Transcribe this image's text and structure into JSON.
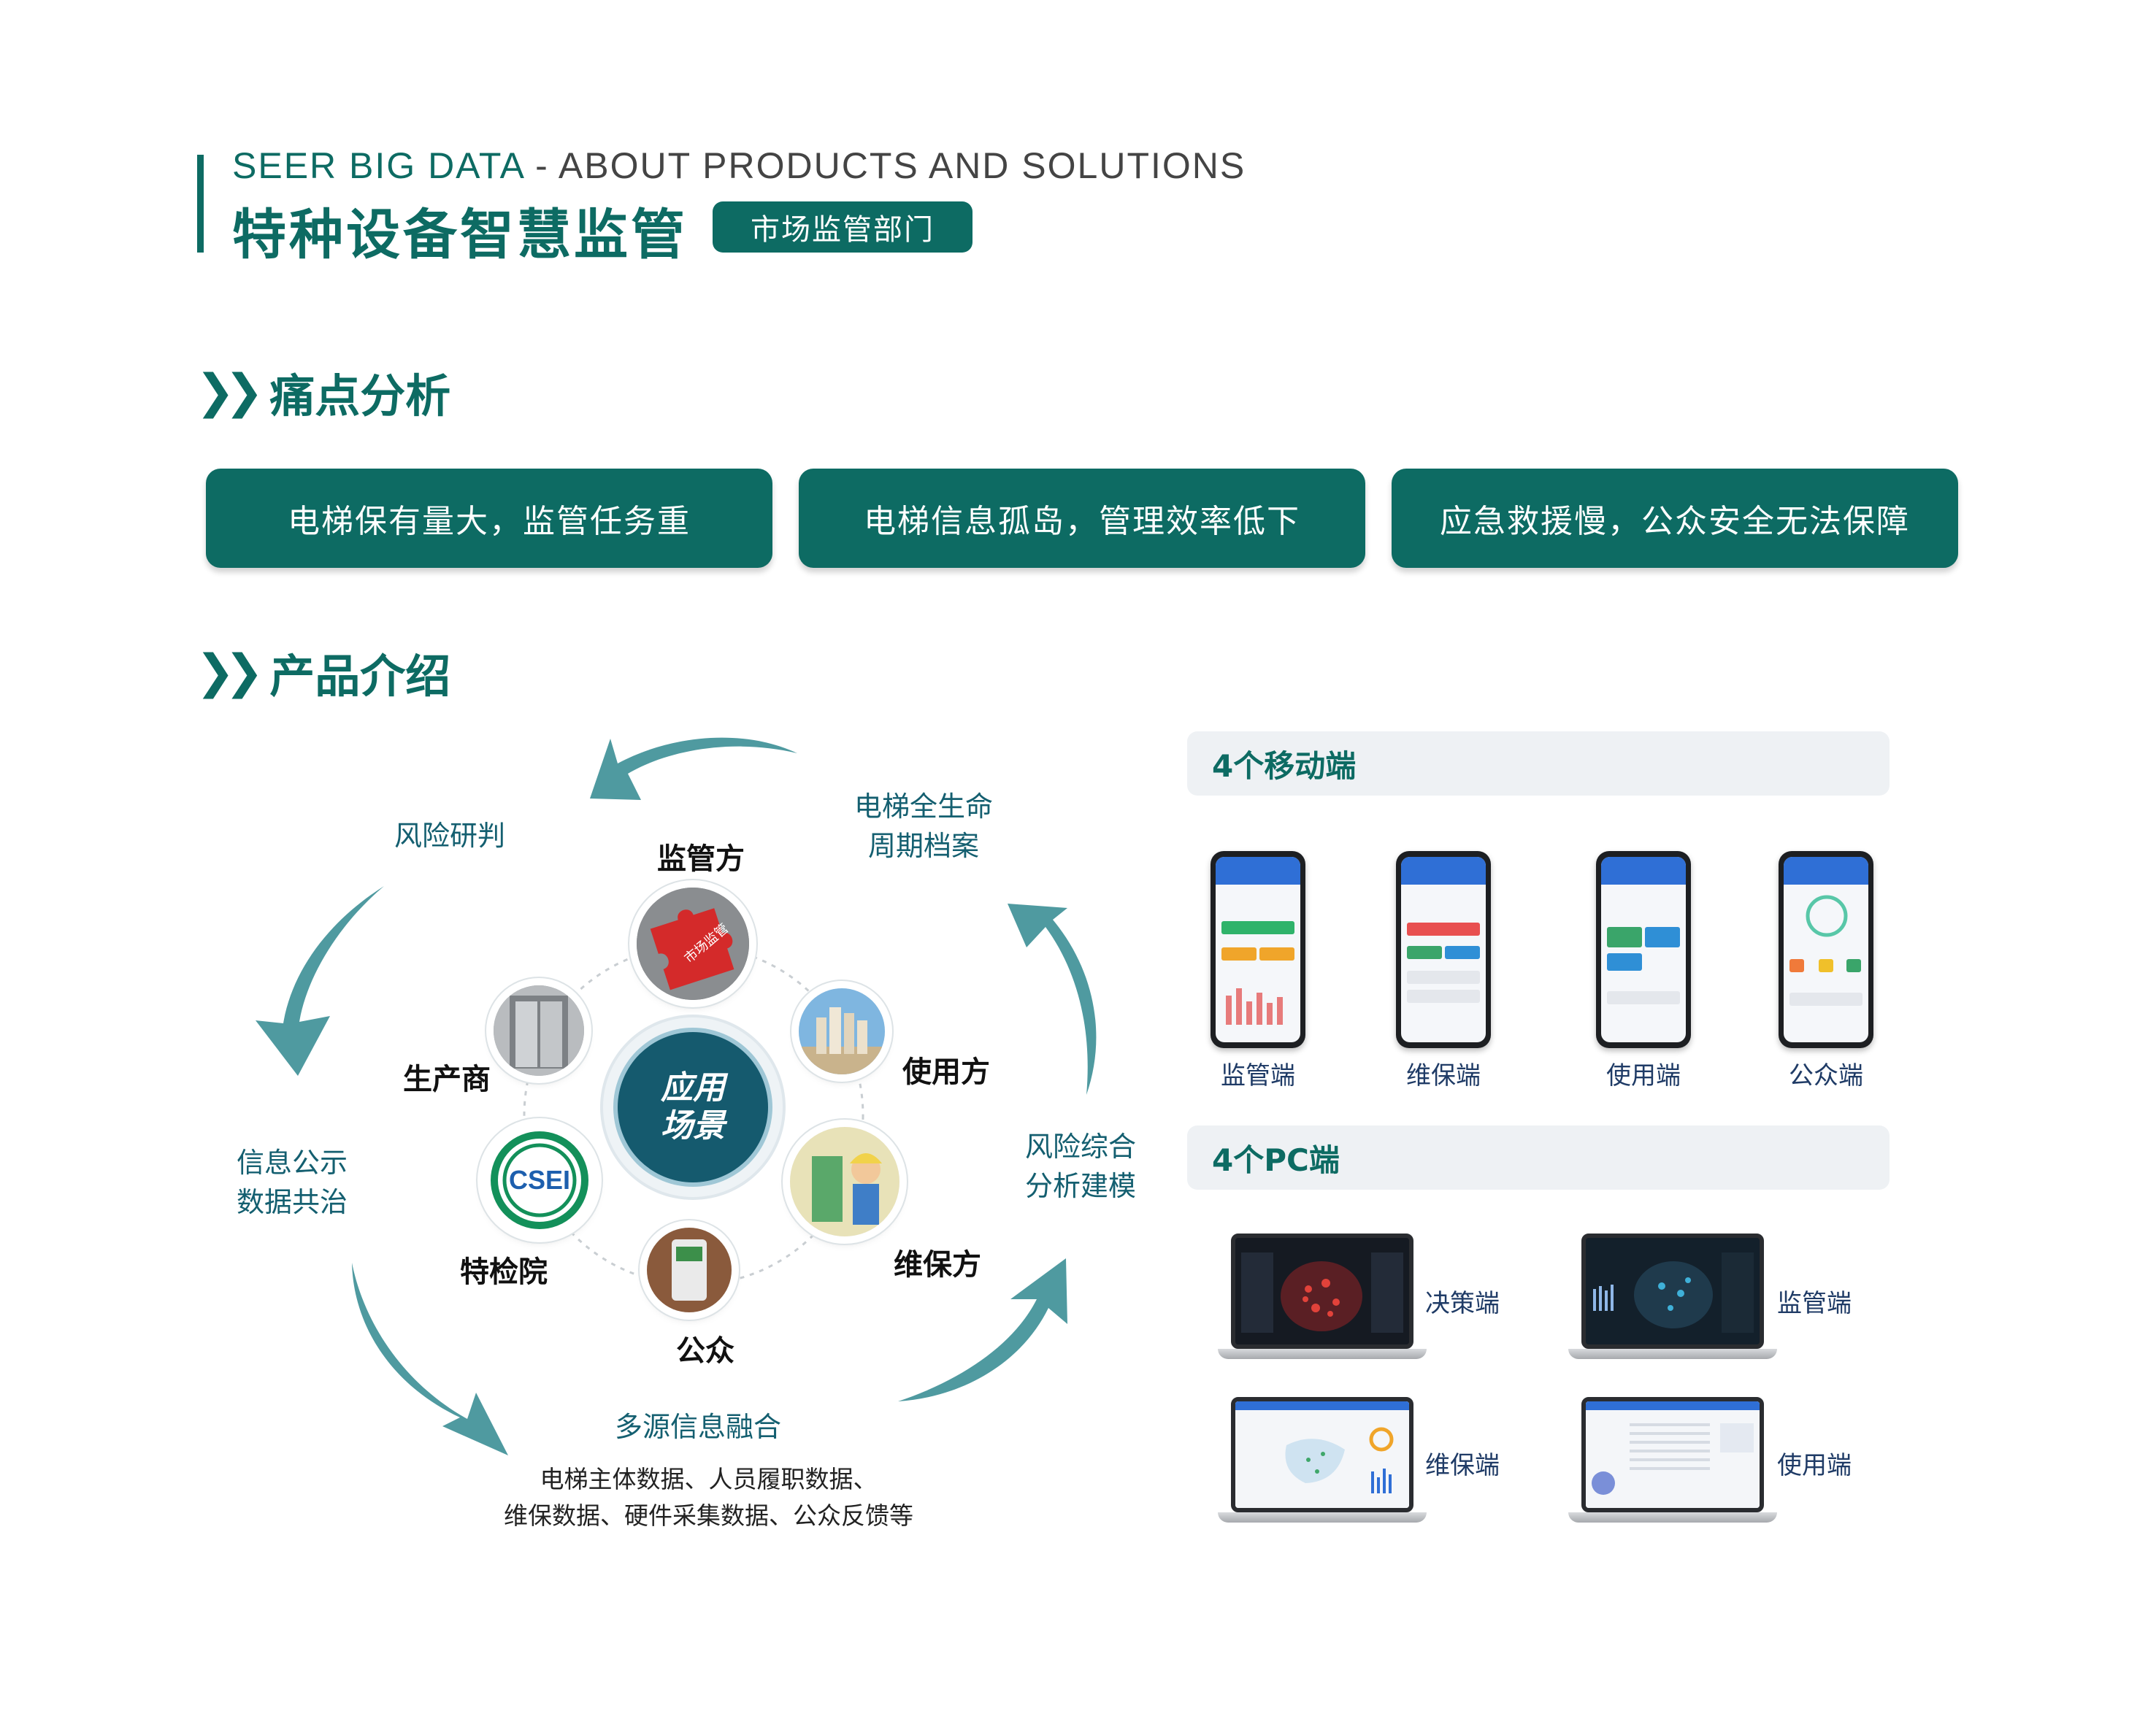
{
  "header": {
    "brand": "SEER BIG DATA",
    "subtitle": " - ABOUT PRODUCTS  AND SOLUTIONS",
    "title": "特种设备智慧监管",
    "department": "市场监管部门"
  },
  "pain_section": {
    "title": "痛点分析",
    "items": [
      "电梯保有量大，监管任务重",
      "电梯信息孤岛，管理效率低下",
      "应急救援慢，公众安全无法保障"
    ]
  },
  "product_section": {
    "title": "产品介绍"
  },
  "diagram": {
    "center": [
      "应用",
      "场景"
    ],
    "roles": {
      "regulator": "监管方",
      "user": "使用方",
      "maintainer": "维保方",
      "public": "公众",
      "inspector": "特检院",
      "manufacturer": "生产商"
    },
    "logo_text": "CSEI",
    "puzzle_text": "市场监管",
    "cycle": {
      "risk_judgement": "风险研判",
      "lifecycle": [
        "电梯全生命",
        "周期档案"
      ],
      "risk_analysis": [
        "风险综合",
        "分析建模"
      ],
      "fusion": "多源信息融合",
      "disclosure": [
        "信息公示",
        "数据共治"
      ]
    },
    "data_sources": [
      "电梯主体数据、人员履职数据、",
      "维保数据、硬件采集数据、公众反馈等"
    ]
  },
  "mobile": {
    "title": "4个移动端",
    "items": [
      "监管端",
      "维保端",
      "使用端",
      "公众端"
    ]
  },
  "pc": {
    "title": "4个PC端",
    "items": [
      "决策端",
      "监管端",
      "维保端",
      "使用端"
    ]
  },
  "colors": {
    "brand": "#0d6b63",
    "arrow": "#4f9aa0",
    "label": "#145f70",
    "panel": "#eef1f4"
  }
}
